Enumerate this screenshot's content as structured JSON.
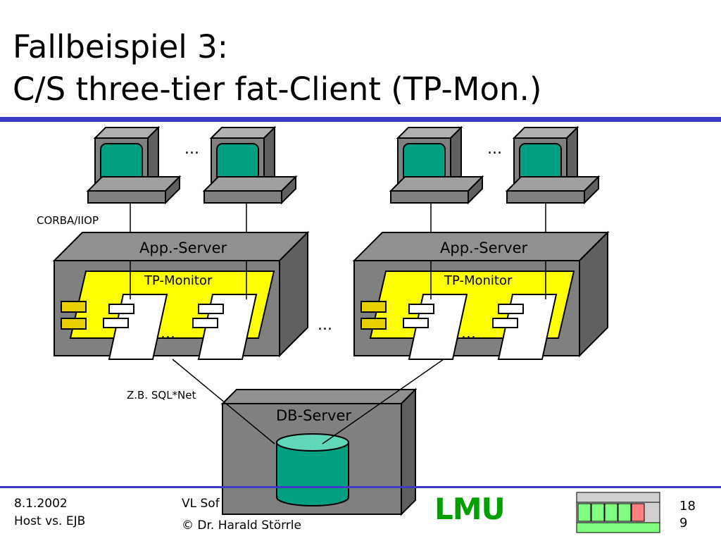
{
  "slide": {
    "title_line1": "Fallbeispiel 3:",
    "title_line2": "C/S three-tier fat-Client (TP-Mon.)"
  },
  "diagram": {
    "label_protocol_client": "CORBA/IIOP",
    "label_protocol_db": "Z.B. SQL*Net",
    "app_server_label": "App.-Server",
    "tp_monitor_label": "TP-Monitor",
    "db_server_label": "DB-Server",
    "ellipsis": "..."
  },
  "footer": {
    "date": "8.1.2002",
    "course": "Host vs. EJB",
    "lecture": "VL Sof",
    "copyright": "© Dr. Harald Störrle",
    "logo": "LMU",
    "page_top": "18",
    "page_bottom": "9"
  },
  "colors": {
    "accent_blue": "#3b3bc6",
    "screen_teal": "#00a080",
    "tp_yellow": "#ffff00",
    "server_gray": "#808080",
    "logo_green": "#00a000",
    "progress_green": "#80ff80",
    "progress_red": "#ff8080"
  }
}
